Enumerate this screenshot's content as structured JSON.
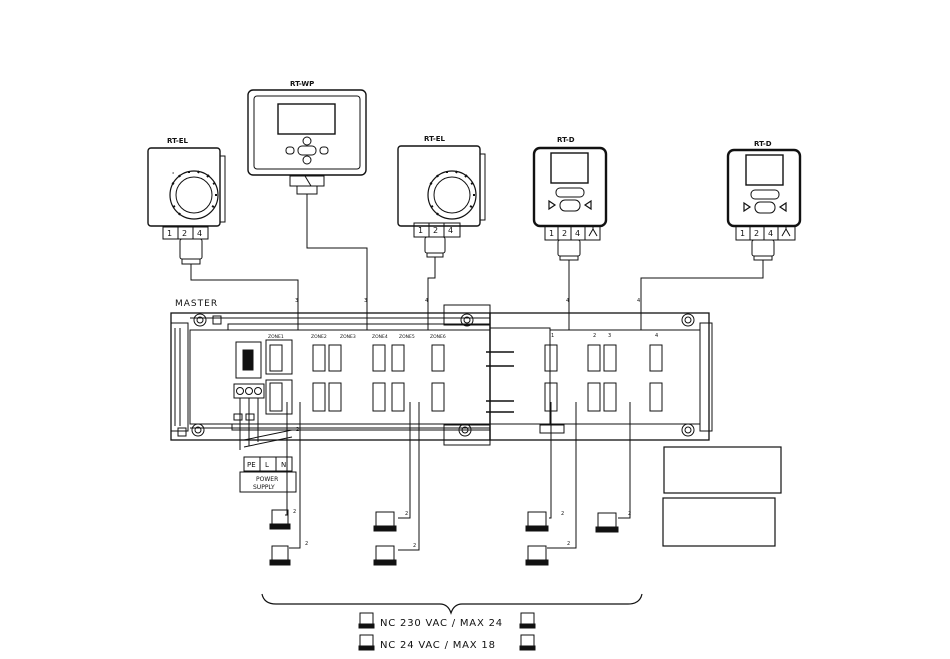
{
  "thermostats": [
    {
      "label": "RT-EL",
      "terminals": [
        "1",
        "2",
        "4"
      ]
    },
    {
      "label": "RT-WP",
      "terminals": []
    },
    {
      "label": "RT-EL",
      "terminals": [
        "1",
        "2",
        "4"
      ]
    },
    {
      "label": "RT-D",
      "terminals": [
        "1",
        "2",
        "4"
      ]
    },
    {
      "label": "RT-D",
      "terminals": [
        "1",
        "2",
        "4"
      ]
    }
  ],
  "master_label": "MASTER",
  "zone_labels": [
    "ZONE1",
    "ZONE2",
    "ZONE3",
    "ZONE4",
    "ZONE5",
    "ZONE6"
  ],
  "slave_zone_numbers": [
    "1",
    "2",
    "3",
    "4"
  ],
  "wire_numbers": [
    "3",
    "3",
    "4",
    "4",
    "4",
    "2",
    "2",
    "2",
    "2",
    "2",
    "2",
    "2",
    "2"
  ],
  "supply_terminals": [
    "PE",
    "L",
    "N"
  ],
  "power_supply": [
    "POWER",
    "SUPPLY"
  ],
  "legend": [
    {
      "text": "NC  230  VAC  /  MAX  24"
    },
    {
      "text": "NC  24  VAC  /  MAX  18"
    }
  ]
}
